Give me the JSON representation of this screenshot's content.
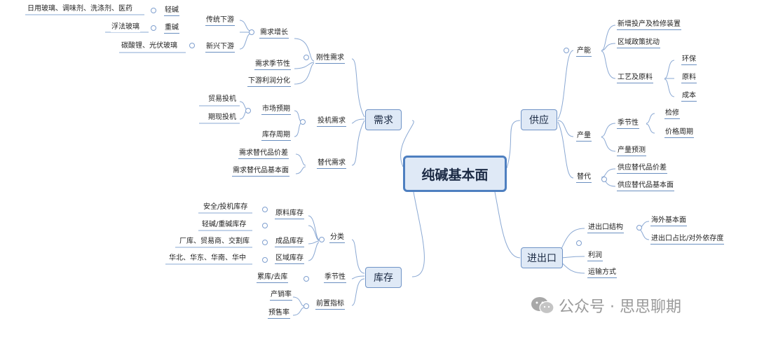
{
  "root": "纯碱基本面",
  "branches": {
    "demand": "需求",
    "inventory": "库存",
    "supply": "供应",
    "trade": "进出口"
  },
  "demand": {
    "rigid": "刚性需求",
    "demand_growth": "需求增长",
    "traditional_downstream": "传统下游",
    "light_alkali": "轻碱",
    "light_alkali_uses": "日用玻璃、调味剂、洗涤剂、医药",
    "heavy_alkali": "重碱",
    "heavy_alkali_uses": "浮法玻璃",
    "new_downstream": "新兴下游",
    "new_downstream_uses": "碳酸锂、光伏玻璃",
    "seasonality": "需求季节性",
    "profit_divergence": "下游利润分化",
    "speculative": "投机需求",
    "market_expectation": "市场预期",
    "trade_speculation": "贸易投机",
    "futures_speculation": "期现投机",
    "inventory_cycle": "库存周期",
    "substitute": "替代需求",
    "substitute_price_diff": "需求替代品价差",
    "substitute_fundamentals": "需求替代品基本面"
  },
  "inventory": {
    "classification": "分类",
    "raw_stock": "原料库存",
    "raw_stock_items": "安全/投机库存",
    "light_heavy_stock": "轻碱/重碱库存",
    "product_stock": "成品库存",
    "product_stock_items": "厂库、贸易商、交割库",
    "regional_stock": "区域库存",
    "regional_stock_items": "华北、华东、华南、华中",
    "seasonality": "季节性",
    "build_draw": "累库/去库",
    "leading_indicators": "前置指标",
    "production_rate": "产销率",
    "presale_rate": "预售率"
  },
  "supply": {
    "capacity": "产能",
    "new_capacity": "新增投产及检修装置",
    "regional_policy": "区域政策扰动",
    "process_raw": "工艺及原料",
    "environmental": "环保",
    "raw_material": "原料",
    "cost": "成本",
    "output": "产量",
    "seasonality": "季节性",
    "maintenance": "检修",
    "price_cycle": "价格周期",
    "output_forecast": "产量预测",
    "substitution": "替代",
    "substitute_price_diff": "供应替代品价差",
    "substitute_fundamentals": "供应替代品基本面"
  },
  "trade": {
    "structure": "进出口结构",
    "overseas_fundamentals": "海外基本面",
    "trade_ratio": "进出口占比/对外依存度",
    "profit": "利润",
    "transport": "运输方式"
  },
  "watermark": "公众号 · 思思聊期"
}
